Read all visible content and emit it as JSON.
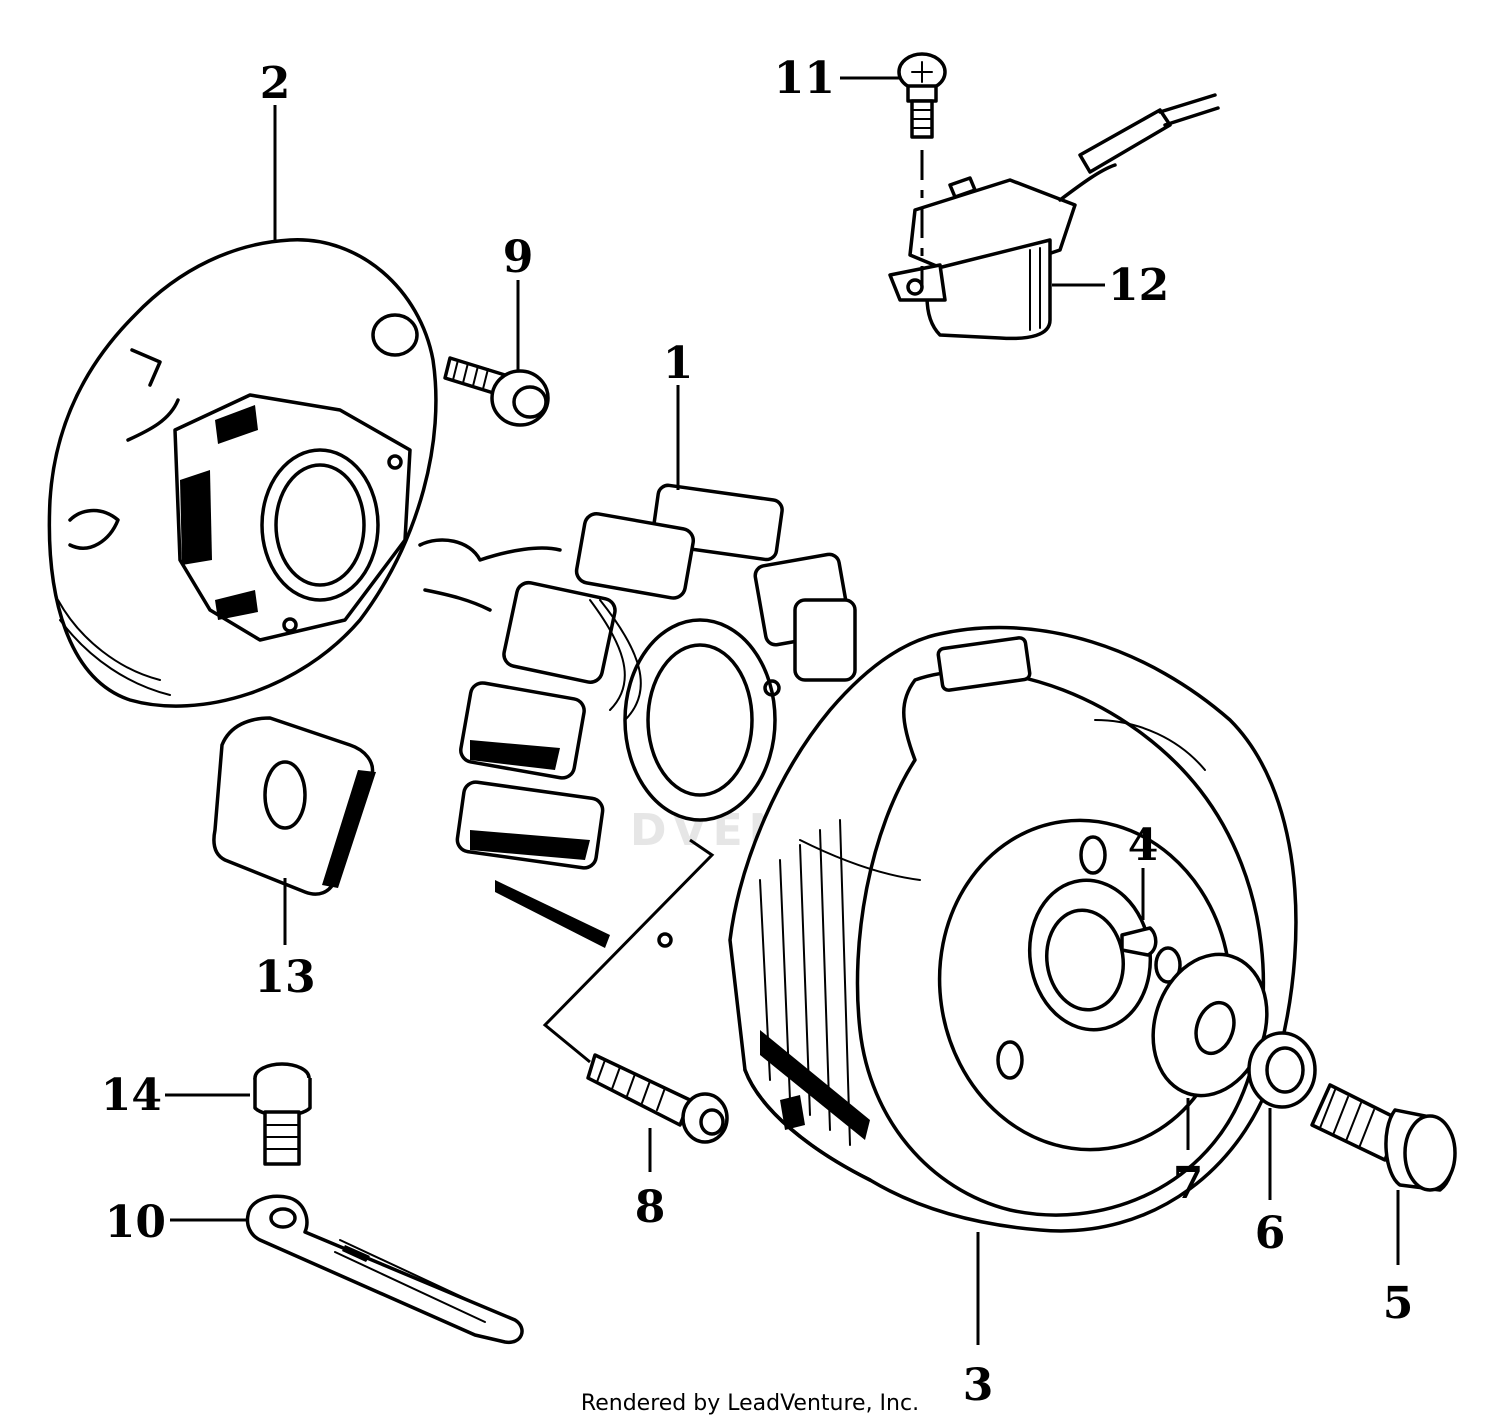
{
  "diagram": {
    "callouts": [
      {
        "id": "1",
        "label": "1"
      },
      {
        "id": "2",
        "label": "2"
      },
      {
        "id": "3",
        "label": "3"
      },
      {
        "id": "4",
        "label": "4"
      },
      {
        "id": "5",
        "label": "5"
      },
      {
        "id": "6",
        "label": "6"
      },
      {
        "id": "7",
        "label": "7"
      },
      {
        "id": "8",
        "label": "8"
      },
      {
        "id": "9",
        "label": "9"
      },
      {
        "id": "10",
        "label": "10"
      },
      {
        "id": "11",
        "label": "11"
      },
      {
        "id": "12",
        "label": "12"
      },
      {
        "id": "13",
        "label": "13"
      },
      {
        "id": "14",
        "label": "14"
      }
    ],
    "watermark": "DVENTURE",
    "credit": "Rendered by LeadVenture, Inc."
  },
  "colors": {
    "ink": "#000000",
    "background": "#ffffff",
    "watermark": "#e6e6e6"
  }
}
